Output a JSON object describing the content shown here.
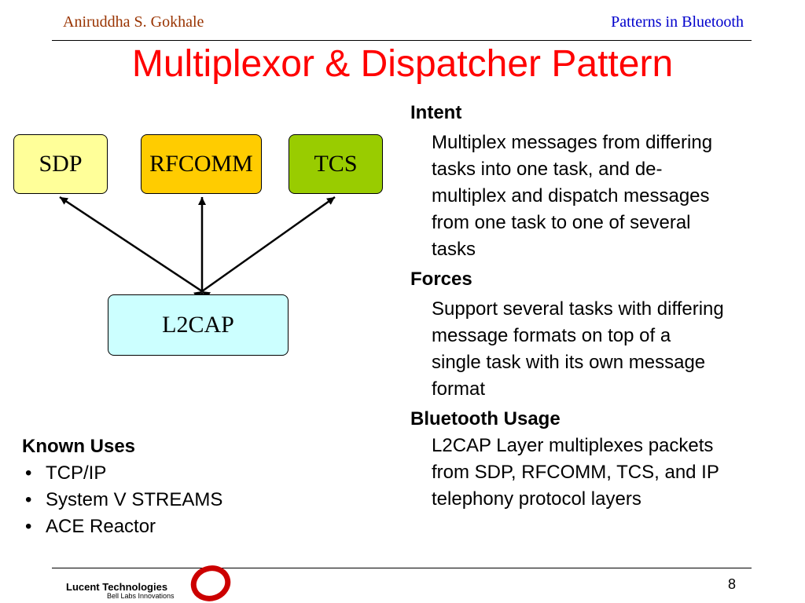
{
  "header": {
    "author": "Aniruddha S. Gokhale",
    "topic": "Patterns in Bluetooth"
  },
  "title": "Multiplexor & Dispatcher Pattern",
  "diagram": {
    "boxes": {
      "sdp": {
        "label": "SDP",
        "color": "#ffff99"
      },
      "rfcomm": {
        "label": "RFCOMM",
        "color": "#ffcc00"
      },
      "tcs": {
        "label": "TCS",
        "color": "#99cc00"
      },
      "l2cap": {
        "label": "L2CAP",
        "color": "#ccffff"
      }
    }
  },
  "intent": {
    "heading": "Intent",
    "lines": [
      "Multiplex messages from differing",
      "tasks into one task, and de-",
      "multiplex and dispatch messages",
      "from one task to one of several",
      "tasks"
    ]
  },
  "forces": {
    "heading": "Forces",
    "lines": [
      "Support several tasks with differing",
      "message formats on top of  a",
      "single task with its own message",
      "format"
    ]
  },
  "bluetooth_usage": {
    "heading": "Bluetooth Usage",
    "lines": [
      "L2CAP Layer multiplexes packets",
      "from SDP, RFCOMM, TCS, and IP",
      "telephony protocol layers"
    ]
  },
  "known_uses": {
    "heading": "Known Uses",
    "items": [
      "TCP/IP",
      "System V STREAMS",
      "ACE Reactor"
    ]
  },
  "footer": {
    "logo_name": "Lucent Technologies",
    "logo_tagline": "Bell Labs Innovations",
    "page_number": "8"
  },
  "colors": {
    "title": "#ff0000",
    "header_left": "#993300",
    "header_right": "#0000cc",
    "logo_ring": "#cc0000"
  }
}
